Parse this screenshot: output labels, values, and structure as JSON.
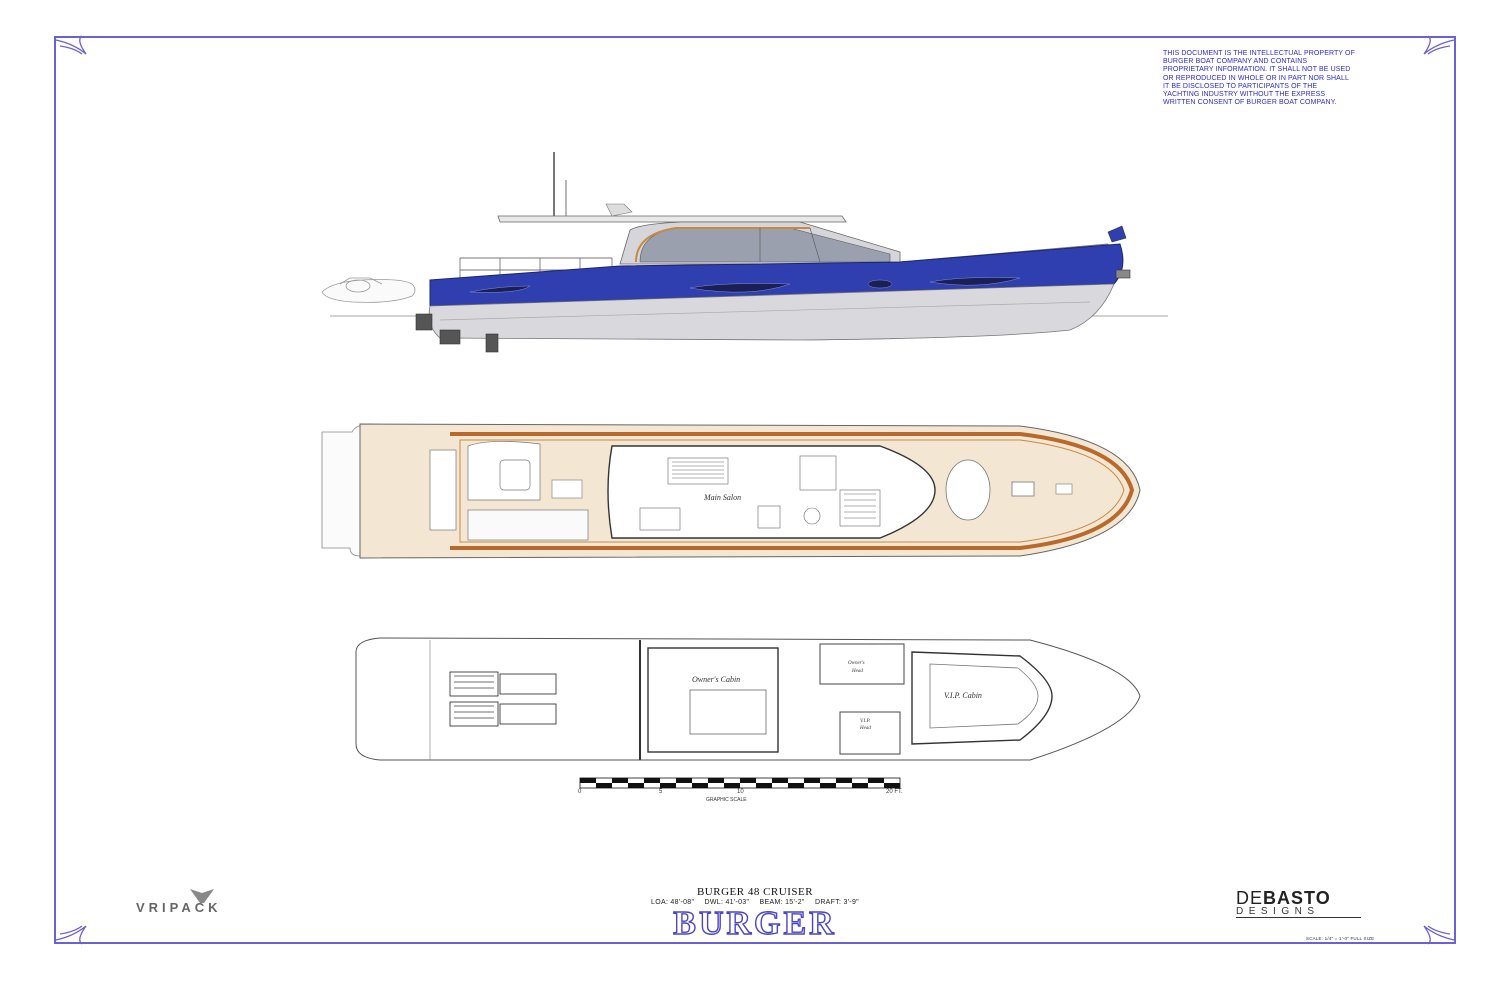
{
  "notice_lines": [
    "THIS DOCUMENT IS THE INTELLECTUAL PROPERTY OF",
    "BURGER BOAT COMPANY AND CONTAINS",
    "PROPRIETARY INFORMATION.  IT SHALL NOT BE USED",
    "OR REPRODUCED IN WHOLE OR IN PART NOR SHALL",
    "IT BE DISCLOSED TO PARTICIPANTS OF THE",
    "YACHTING INDUSTRY WITHOUT THE EXPRESS",
    "WRITTEN CONSENT OF BURGER BOAT COMPANY."
  ],
  "labels": {
    "main_salon": "Main Salon",
    "owners_cabin": "Owner's Cabin",
    "vip_cabin": "V.I.P. Cabin",
    "owners_head_1": "Owner's",
    "owners_head_2": "Head",
    "vip_head_1": "V.I.P.",
    "vip_head_2": "Head"
  },
  "graphic_scale": {
    "ticks": [
      "0",
      "5",
      "10",
      "20 FT."
    ],
    "caption": "GRAPHIC SCALE"
  },
  "title_block": {
    "model": "BURGER 48 CRUISER",
    "specs": [
      "LOA: 48'-08\"",
      "DWL: 41'-03\"",
      "BEAM: 15'-2\"",
      "DRAFT: 3'-9\""
    ],
    "brand": "BURGER"
  },
  "logos": {
    "vripack": "VRIPACK",
    "debasto_top_a": "DE",
    "debasto_top_b": "BASTO",
    "debasto_bottom": "DESIGNS"
  },
  "scale_note": "SCALE: 1/4\" = 1'-0\" FULL SIZE",
  "colors": {
    "hull_blue": "#2f3fb0",
    "frame": "#6a60d8",
    "deck_teak": "#f3e6d2",
    "rail_teak": "#b86a2c",
    "notice_text": "#2b2bd8"
  }
}
